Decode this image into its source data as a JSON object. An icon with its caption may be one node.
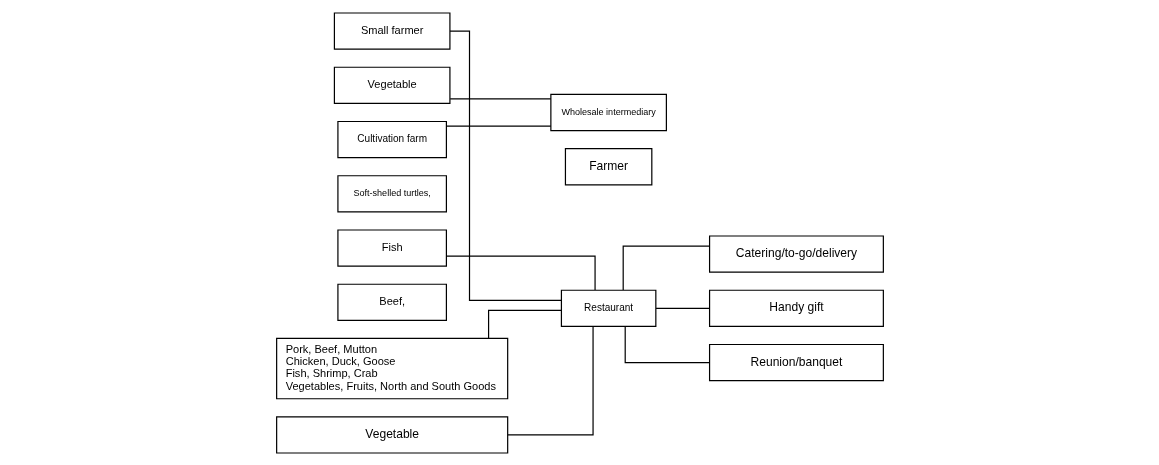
{
  "diagram": {
    "nodes": [
      {
        "text": [
          "Small farmer"
        ]
      },
      {
        "text": [
          "Vegetable"
        ]
      },
      {
        "text": [
          "Wholesale intermediary"
        ]
      },
      {
        "text": [
          "Pork, Beef, Mutton",
          "Chicken, Duck, Goose",
          "Fish, Shrimp, Crab",
          "Vegetables, Fruits, North and South Goods"
        ]
      },
      {
        "text": [
          "Cultivation farm"
        ]
      },
      {
        "text": [
          "Soft-shelled turtles,"
        ]
      },
      {
        "text": [
          "Fish"
        ]
      },
      {
        "text": [
          "Beef,"
        ]
      },
      {
        "text": [
          "Farmer"
        ]
      },
      {
        "text": [
          "Vegetable"
        ]
      },
      {
        "text": [
          "Restaurant"
        ]
      },
      {
        "text": [
          "Catering/to-go/delivery"
        ]
      },
      {
        "text": [
          "Handy gift"
        ]
      },
      {
        "text": [
          "Reunion/banquet"
        ]
      }
    ],
    "edges": [
      {
        "from": 0,
        "to": 10,
        "arrow": "none"
      },
      {
        "from": 1,
        "to": 2,
        "arrow": "none"
      },
      {
        "from": 4,
        "to": 2,
        "arrow": "none"
      },
      {
        "from": 3,
        "to": 10,
        "arrow": "none"
      },
      {
        "from": 9,
        "to": 10,
        "arrow": "none"
      },
      {
        "from": 6,
        "to": 10,
        "arrow": "none"
      },
      {
        "from": 10,
        "to": 11,
        "arrow": "none"
      },
      {
        "from": 10,
        "to": 12,
        "arrow": "none"
      },
      {
        "from": 10,
        "to": 13,
        "arrow": "none"
      }
    ]
  }
}
